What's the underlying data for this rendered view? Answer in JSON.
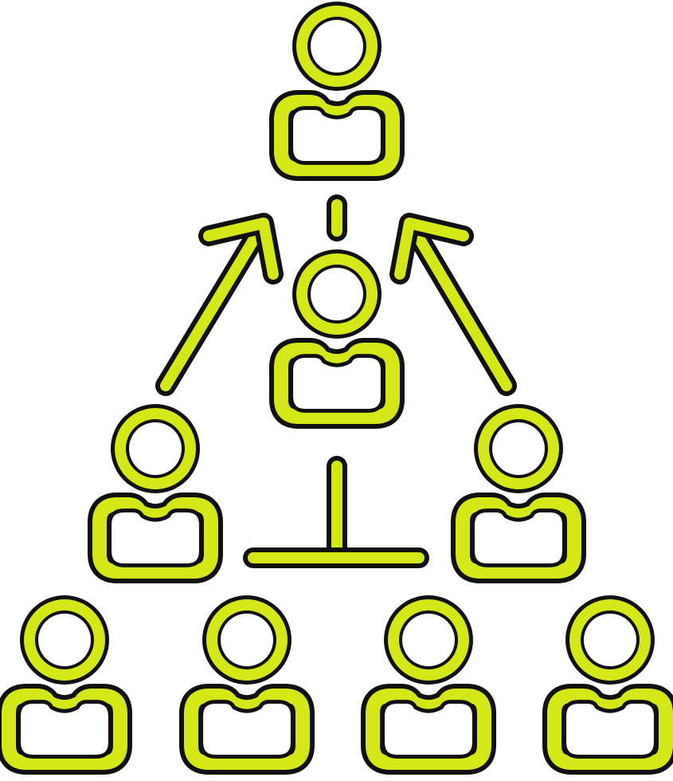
{
  "icon": {
    "name": "team-hierarchy-icon",
    "colors": {
      "fill": "#d4e817",
      "outline": "#111111",
      "background": "#ffffff"
    },
    "people": [
      {
        "id": "top",
        "tier": 1
      },
      {
        "id": "center",
        "tier": 2
      },
      {
        "id": "mid-left",
        "tier": 3
      },
      {
        "id": "mid-right",
        "tier": 3
      },
      {
        "id": "bottom-1",
        "tier": 4
      },
      {
        "id": "bottom-2",
        "tier": 4
      },
      {
        "id": "bottom-3",
        "tier": 4
      },
      {
        "id": "bottom-4",
        "tier": 4
      }
    ],
    "connectors": [
      {
        "id": "center-to-top",
        "kind": "dashed-line"
      },
      {
        "id": "left-arrow-up",
        "kind": "arrow"
      },
      {
        "id": "right-arrow-up",
        "kind": "arrow"
      },
      {
        "id": "center-stem",
        "kind": "t-connector"
      }
    ]
  }
}
